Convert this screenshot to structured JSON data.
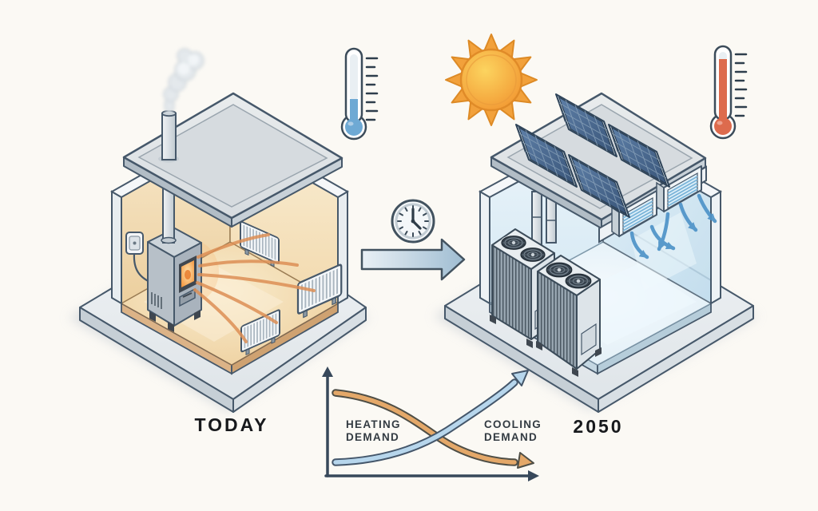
{
  "scene": {
    "subject": "Isometric infographic: home heating today versus home cooling in 2050",
    "background_color": "#fbf9f4"
  },
  "labels": {
    "left_scene": "TODAY",
    "right_scene": "2050"
  },
  "left_house": {
    "name": "house-today-heating",
    "elements": [
      "chimney-smoke",
      "flue-pipe",
      "lifted-roof-slab",
      "wood-stove",
      "stove-fire-window",
      "wall-outlet",
      "wall-radiator",
      "floor-radiator-front",
      "floor-radiator-right",
      "heat-waves"
    ],
    "radiator_count": 3,
    "palette": {
      "wall": "#f0d9ae",
      "floor": "#efd0a0",
      "heat_wave": "#dd8f55",
      "roof": "#e0e4e8"
    }
  },
  "right_house": {
    "name": "house-2050-cooling",
    "elements": [
      "solar-panels",
      "lifted-roof-slab",
      "heat-pump-unit-back",
      "heat-pump-unit-front",
      "refrigerant-pipes",
      "ceiling-vent-left",
      "ceiling-vent-right",
      "cool-airflow-arrows",
      "glass-wall"
    ],
    "solar_panel_count": 4,
    "heat_pump_count": 2,
    "ceiling_vent_count": 2,
    "palette": {
      "wall": "#dcecf6",
      "floor": "#e4f1f9",
      "airflow": "#4e93c8",
      "solar_cells": "#4a6a90"
    }
  },
  "icons": {
    "cold_thermometer": {
      "name": "thermometer-cold-icon",
      "fill_level": "low",
      "color": "#6ea9d4",
      "tick_count": 8
    },
    "hot_thermometer": {
      "name": "thermometer-hot-icon",
      "fill_level": "high",
      "color": "#dd6b4d",
      "tick_count": 8
    },
    "sun": {
      "name": "sun-icon",
      "color": "#f2a13b",
      "ray_count": 12
    },
    "clock": {
      "name": "clock-icon",
      "hands": "12 and half past 4 direction"
    },
    "transition_arrow": {
      "name": "arrow-right-icon",
      "direction": "left-to-right"
    }
  },
  "chart_data": {
    "type": "line",
    "title": "",
    "xlabel": "",
    "ylabel": "",
    "x_implied": [
      "TODAY",
      "2050"
    ],
    "grid": false,
    "axes_style": "plain dark arrows, no tick labels",
    "series": [
      {
        "name": "HEATING DEMAND",
        "name_lines": [
          "HEATING",
          "DEMAND"
        ],
        "color": "#e4a869",
        "outline": "#4e4e46",
        "trend": "decreasing",
        "points_norm": [
          [
            0.0,
            0.78
          ],
          [
            0.25,
            0.7
          ],
          [
            0.5,
            0.45
          ],
          [
            0.75,
            0.22
          ],
          [
            1.0,
            0.13
          ]
        ]
      },
      {
        "name": "COOLING DEMAND",
        "name_lines": [
          "COOLING",
          "DEMAND"
        ],
        "color": "#b7d6ec",
        "outline": "#44566a",
        "trend": "increasing",
        "points_norm": [
          [
            0.0,
            0.13
          ],
          [
            0.25,
            0.22
          ],
          [
            0.5,
            0.45
          ],
          [
            0.75,
            0.72
          ],
          [
            1.0,
            0.93
          ]
        ]
      }
    ]
  }
}
